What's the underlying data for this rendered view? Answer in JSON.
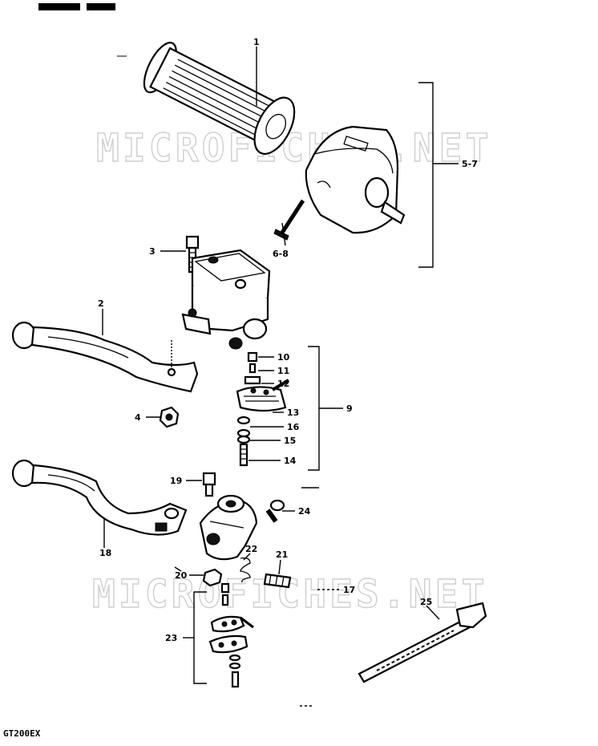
{
  "header_fragment": "",
  "watermark_text": "MICROFICHES.NET",
  "model_code": "GT200EX",
  "callouts": {
    "p1": "1",
    "p2": "2",
    "p3": "3",
    "p4": "4",
    "p5_7": "5-7",
    "p6_8": "6-8",
    "p9": "9",
    "p10": "10",
    "p11": "11",
    "p12": "12",
    "p13": "13",
    "p14": "14",
    "p15": "15",
    "p16": "16",
    "p17": "17",
    "p18": "18",
    "p19": "19",
    "p20": "20",
    "p21": "21",
    "p22": "22",
    "p23": "23",
    "p24": "24",
    "p25": "25"
  },
  "colors": {
    "ink": "#000000",
    "paper": "#ffffff",
    "watermark": "#cfcfcf"
  }
}
